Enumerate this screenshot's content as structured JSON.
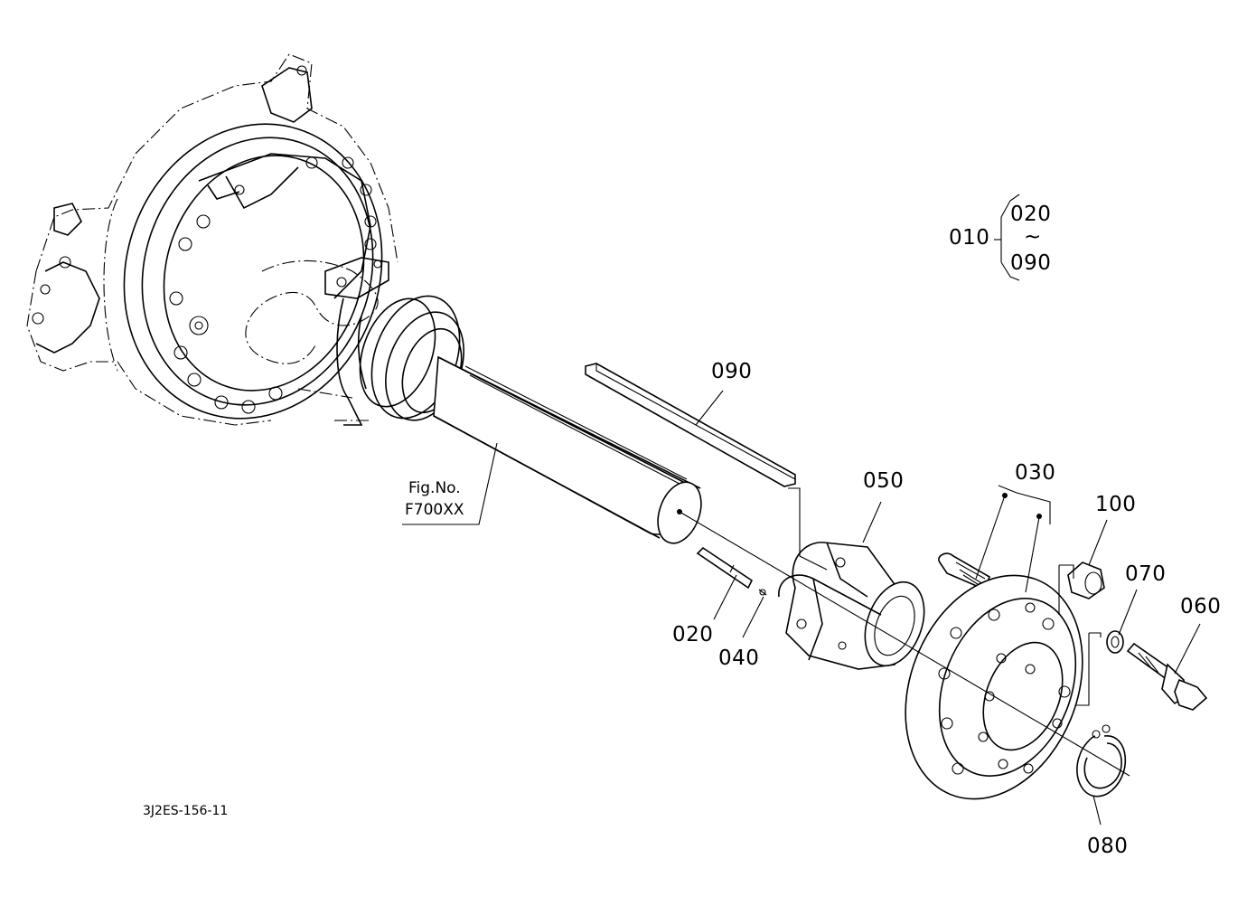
{
  "assembly": {
    "main_label": "010",
    "range_start": "020",
    "range_tilde": "~",
    "range_end": "090"
  },
  "callouts": {
    "p090": "090",
    "p050": "050",
    "p030": "030",
    "p100": "100",
    "p070": "070",
    "p060": "060",
    "p020": "020",
    "p040": "040",
    "p080": "080"
  },
  "figure_ref": {
    "line1": "Fig.No.",
    "line2": "F700XX"
  },
  "drawing_number": "3J2ES-156-11"
}
